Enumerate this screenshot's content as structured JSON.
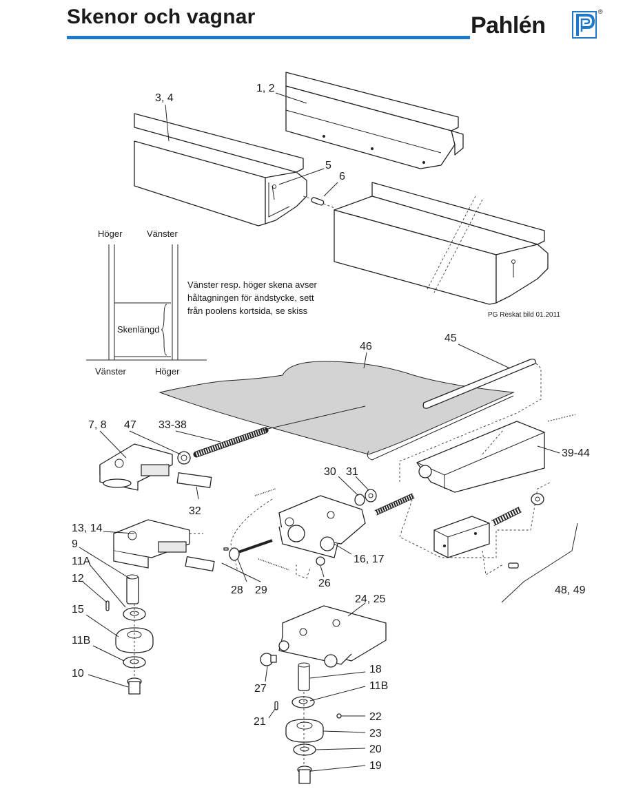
{
  "header": {
    "title": "Skenor och vagnar",
    "brand": "Pahlén",
    "reg_mark": "®"
  },
  "colors": {
    "accent_rule": "#1f78c8",
    "logo_blue": "#1f78c8"
  },
  "note": {
    "lines": [
      "Vänster resp. höger skena avser",
      "håltagningen för ändstycke, sett",
      "från poolens kortsida, se skiss"
    ]
  },
  "sketch": {
    "top_left": "Höger",
    "top_right": "Vänster",
    "middle": "Skenlängd",
    "bottom_left": "Vänster",
    "bottom_right": "Höger"
  },
  "credit": "PG Reskat bild 01.2011",
  "labels": {
    "l_3_4": "3, 4",
    "l_1_2": "1, 2",
    "l_5": "5",
    "l_6": "6",
    "l_46": "46",
    "l_45": "45",
    "l_7_8": "7, 8",
    "l_47": "47",
    "l_33_38": "33-38",
    "l_39_44": "39-44",
    "l_30": "30",
    "l_31": "31",
    "l_32": "32",
    "l_13_14": "13, 14",
    "l_9": "9",
    "l_11a": "11A",
    "l_12": "12",
    "l_15": "15",
    "l_11b": "11B",
    "l_10": "10",
    "l_16_17": "16, 17",
    "l_28": "28",
    "l_29": "29",
    "l_26": "26",
    "l_48_49": "48, 49",
    "l_24_25": "24, 25",
    "l_18": "18",
    "l_11b_2": "11B",
    "l_27": "27",
    "l_22": "22",
    "l_21": "21",
    "l_23": "23",
    "l_20": "20",
    "l_19": "19"
  }
}
